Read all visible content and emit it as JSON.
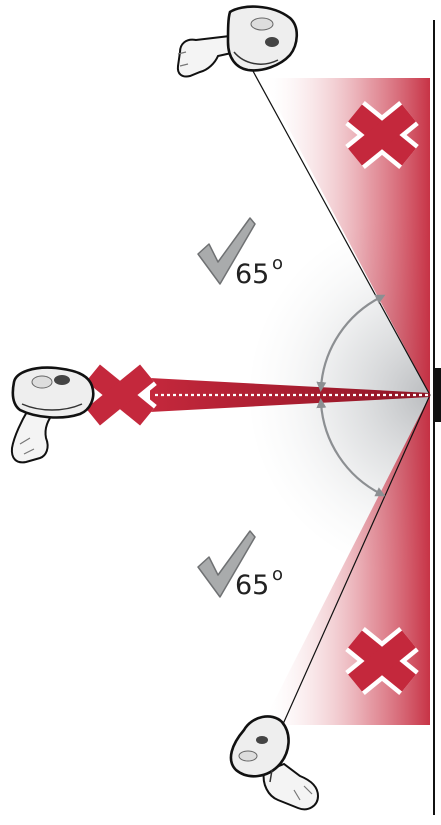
{
  "angles": {
    "upper": {
      "value": "65",
      "unit": "o"
    },
    "lower": {
      "value": "65",
      "unit": "o"
    }
  },
  "icons": {
    "ok_mark": "checkmark-icon",
    "bad_mark": "x-mark-icon",
    "device": "barcode-scanner-icon"
  },
  "colors": {
    "reject_red": "#c4283c",
    "checkmark_gray": "#a9abac",
    "arrow_gray": "#8c8f92",
    "line_black": "#111111"
  }
}
